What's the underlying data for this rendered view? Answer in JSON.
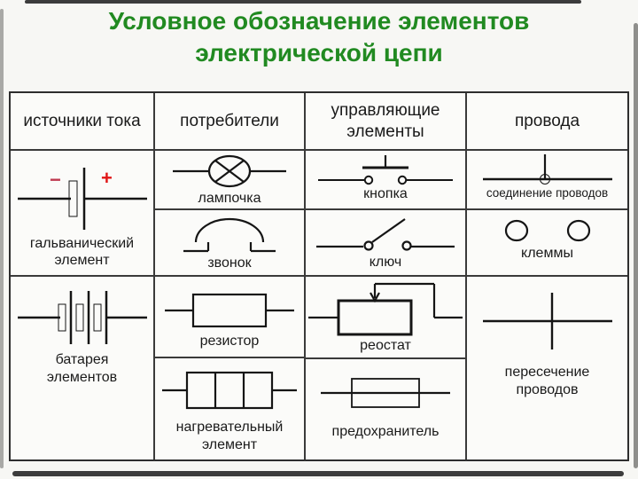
{
  "title": "Условное обозначение элементов электрической цепи",
  "headers": [
    "источники тока",
    "потребители",
    "управляющие элементы",
    "провода"
  ],
  "cells": {
    "galvanic": {
      "label": "гальванический элемент",
      "minus": "−",
      "plus": "+"
    },
    "battery": {
      "label": "батарея элементов"
    },
    "lamp": {
      "label": "лампочка"
    },
    "bell": {
      "label": "звонок"
    },
    "resistor": {
      "label": "резистор"
    },
    "heater": {
      "label": "нагревательный элемент"
    },
    "button": {
      "label": "кнопка"
    },
    "switch": {
      "label": "ключ"
    },
    "rheostat": {
      "label": "реостат"
    },
    "fuse": {
      "label": "предохранитель"
    },
    "junction": {
      "label": "соединение проводов"
    },
    "terminals": {
      "label": "клеммы"
    },
    "crossing": {
      "label": "пересечение проводов"
    }
  },
  "colors": {
    "title_green": "#218a21",
    "minus_red": "#bf3a50",
    "plus_red": "#e01515",
    "grid": "#3a3a3a",
    "background": "#f7f7f4"
  }
}
